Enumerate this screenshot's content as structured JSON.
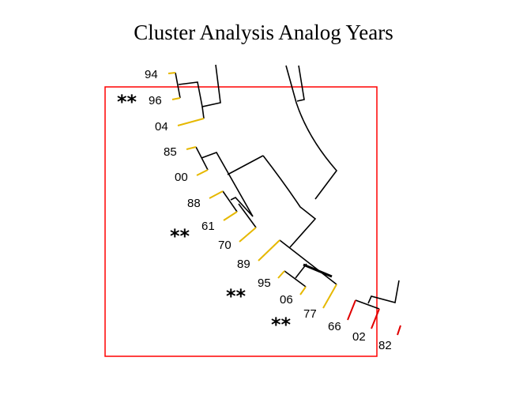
{
  "title": "Cluster Analysis Analog Years",
  "colors": {
    "highlight_box": "#ff0000",
    "cluster_yellow": "#e6b800",
    "cluster_red": "#e00000",
    "branches": "#000000"
  },
  "leaves": [
    {
      "label": "94",
      "cluster": "yellow",
      "marked": false
    },
    {
      "label": "96",
      "cluster": "yellow",
      "marked": true
    },
    {
      "label": "04",
      "cluster": "yellow",
      "marked": false
    },
    {
      "label": "85",
      "cluster": "yellow",
      "marked": false
    },
    {
      "label": "00",
      "cluster": "yellow",
      "marked": false
    },
    {
      "label": "88",
      "cluster": "yellow",
      "marked": false
    },
    {
      "label": "61",
      "cluster": "yellow",
      "marked": true
    },
    {
      "label": "70",
      "cluster": "yellow",
      "marked": false
    },
    {
      "label": "89",
      "cluster": "yellow",
      "marked": false
    },
    {
      "label": "95",
      "cluster": "yellow",
      "marked": true
    },
    {
      "label": "06",
      "cluster": "yellow",
      "marked": false
    },
    {
      "label": "77",
      "cluster": "yellow",
      "marked": true
    },
    {
      "label": "66",
      "cluster": "red",
      "marked": false
    },
    {
      "label": "02",
      "cluster": "red",
      "marked": false
    },
    {
      "label": "82",
      "cluster": "red",
      "marked": false
    }
  ],
  "marker": "**"
}
